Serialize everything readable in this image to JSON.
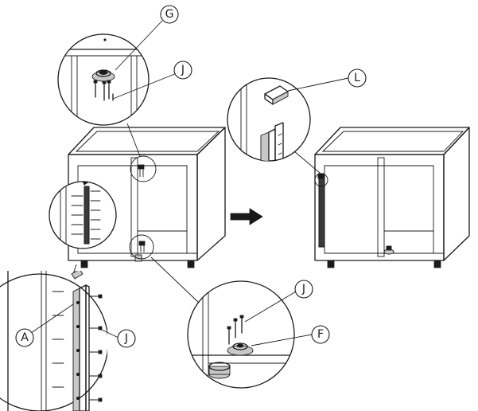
{
  "callouts": {
    "G": "G",
    "J_top": "J",
    "L": "L",
    "A": "A",
    "J_left": "J",
    "J_bottom": "J",
    "F": "F"
  },
  "transition_arrow": "right-arrow-icon"
}
